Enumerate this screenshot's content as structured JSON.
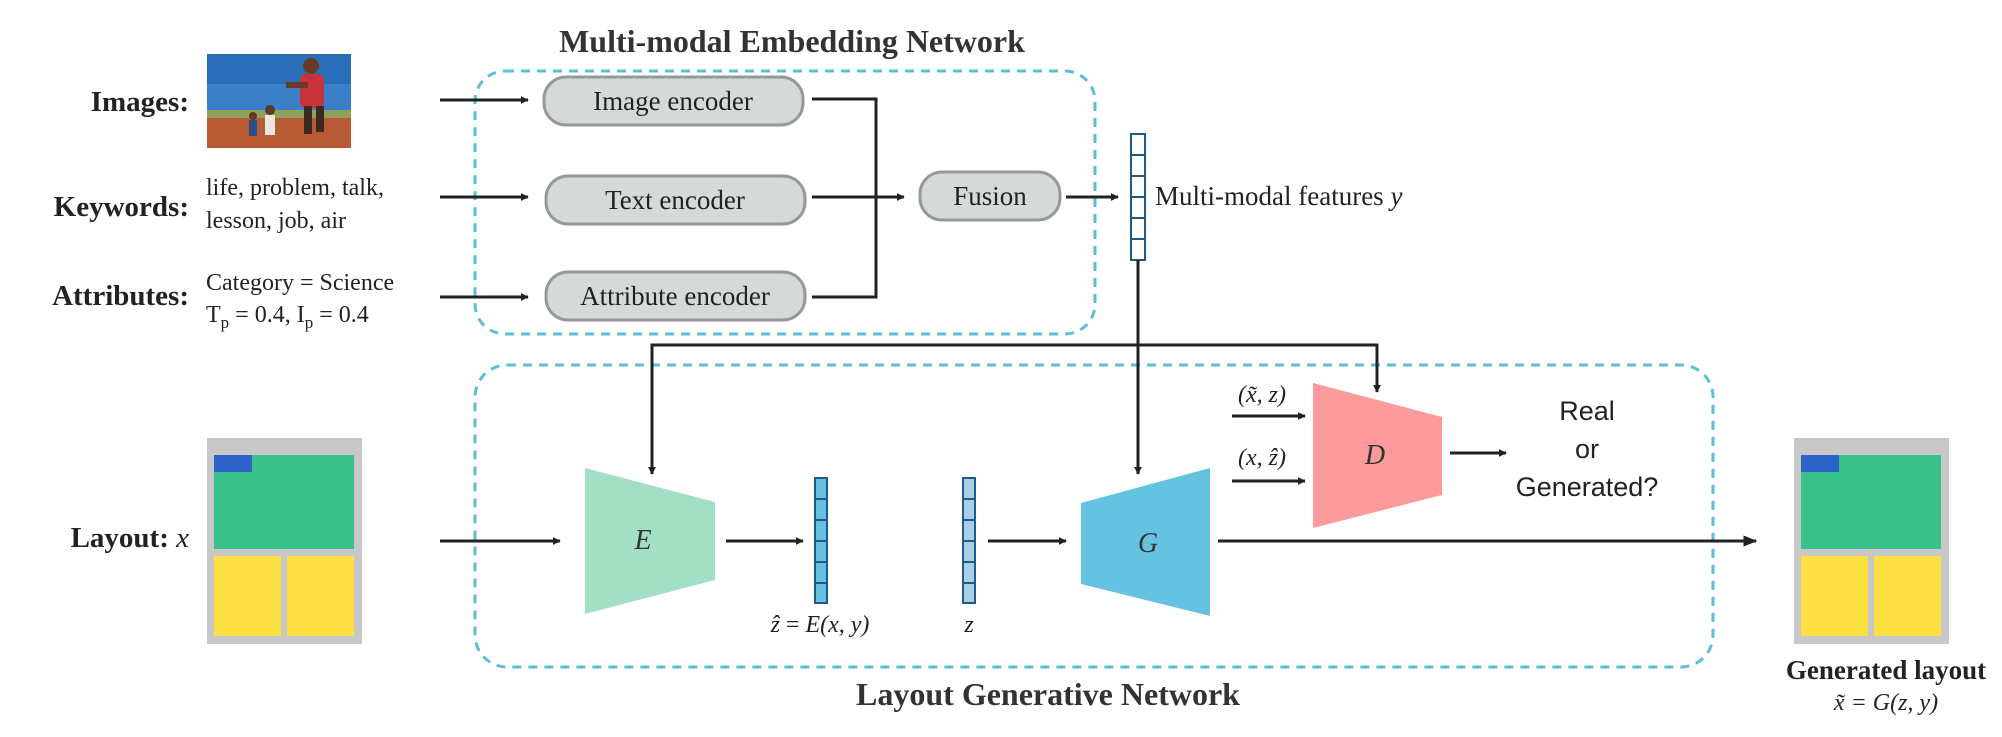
{
  "titles": {
    "embedding_network": "Multi-modal Embedding Network",
    "generative_network": "Layout Generative Network"
  },
  "inputs": {
    "images": {
      "label": "Images:"
    },
    "keywords": {
      "label": "Keywords:",
      "line1": "life, problem, talk,",
      "line2": "lesson,  job, air"
    },
    "attributes": {
      "label": "Attributes:",
      "category_line": "Category = Science",
      "tp_letter": "T",
      "tp_sub": "p",
      "tp_value": " = 0.4, ",
      "ip_letter": "I",
      "ip_sub": "p",
      "ip_value": " = 0.4"
    },
    "layout": {
      "label": "Layout: ",
      "var": "x"
    }
  },
  "encoders": {
    "image": "Image encoder",
    "text": "Text encoder",
    "attribute": "Attribute encoder",
    "fusion": "Fusion"
  },
  "features": {
    "label": "Multi-modal features ",
    "var": "y"
  },
  "networks": {
    "encoder": "E",
    "generator": "G",
    "discriminator": "D"
  },
  "vectors": {
    "zhat_label": {
      "lhs": "ẑ",
      "eq": " = ",
      "fn": "E",
      "args": "(x, y)"
    },
    "z_label": "z"
  },
  "discriminator_inputs": {
    "fake": "(x̃, z)",
    "real": "(x, ẑ)"
  },
  "output": {
    "line1": "Real",
    "line2": "or",
    "line3": "Generated?"
  },
  "generated": {
    "title": "Generated layout",
    "formula": "x̃ = G(z, y)"
  },
  "colors": {
    "encoder_fill": "#a3dfc4",
    "generator_fill": "#66c2e1",
    "discriminator_fill": "#fd9a9c",
    "module_fill": "#d5dad9",
    "dashed_border": "#5bbfd6",
    "layout_frame": "#c8c8c8",
    "layout_green": "#3ac08d",
    "layout_yellow": "#fde142",
    "layout_blue": "#2c63c8",
    "vector_stroke": "#1f5a8a",
    "vector_fill_light": "#a8cde6"
  }
}
